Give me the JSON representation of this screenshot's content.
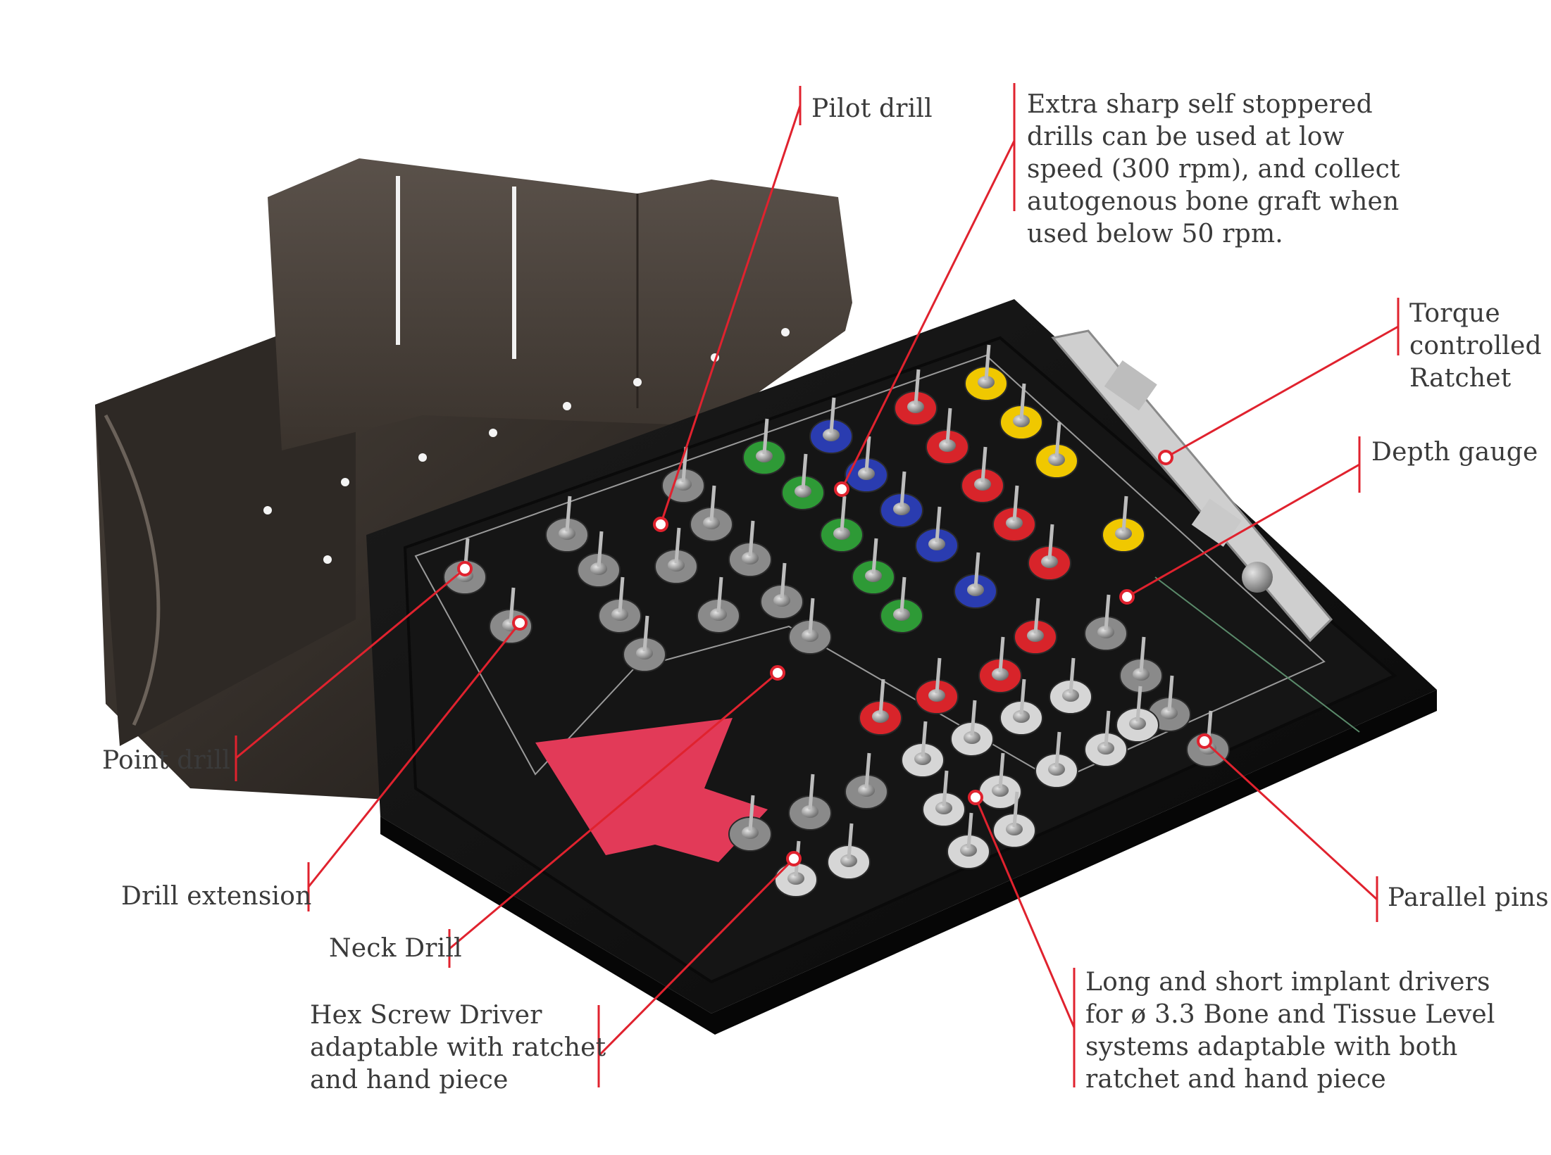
{
  "colors": {
    "accent": "#e0222e",
    "text": "#3a3a3a",
    "tray": "#121212",
    "lid": "#2b2622"
  },
  "labels": {
    "pilot_drill": {
      "lines": [
        "Pilot drill"
      ]
    },
    "extra_sharp": {
      "lines": [
        "Extra sharp self stoppered",
        "drills can be used at low",
        "speed (300 rpm), and collect",
        "autogenous bone graft when",
        "used below 50 rpm."
      ]
    },
    "torque": {
      "lines": [
        "Torque",
        "controlled",
        "Ratchet"
      ]
    },
    "depth_gauge": {
      "lines": [
        "Depth gauge"
      ]
    },
    "point_drill": {
      "lines": [
        "Point drill"
      ]
    },
    "drill_extension": {
      "lines": [
        "Drill extension"
      ]
    },
    "neck_drill": {
      "lines": [
        "Neck Drill"
      ]
    },
    "hex_driver": {
      "lines": [
        "Hex Screw Driver",
        "adaptable with ratchet",
        "and hand piece"
      ]
    },
    "parallel_pins": {
      "lines": [
        "Parallel pins"
      ]
    },
    "implant_drivers": {
      "lines": [
        "Long and short implant drivers",
        "for ø 3.3 Bone and Tissue Level",
        "systems adaptable with both",
        "ratchet and hand piece"
      ]
    }
  }
}
